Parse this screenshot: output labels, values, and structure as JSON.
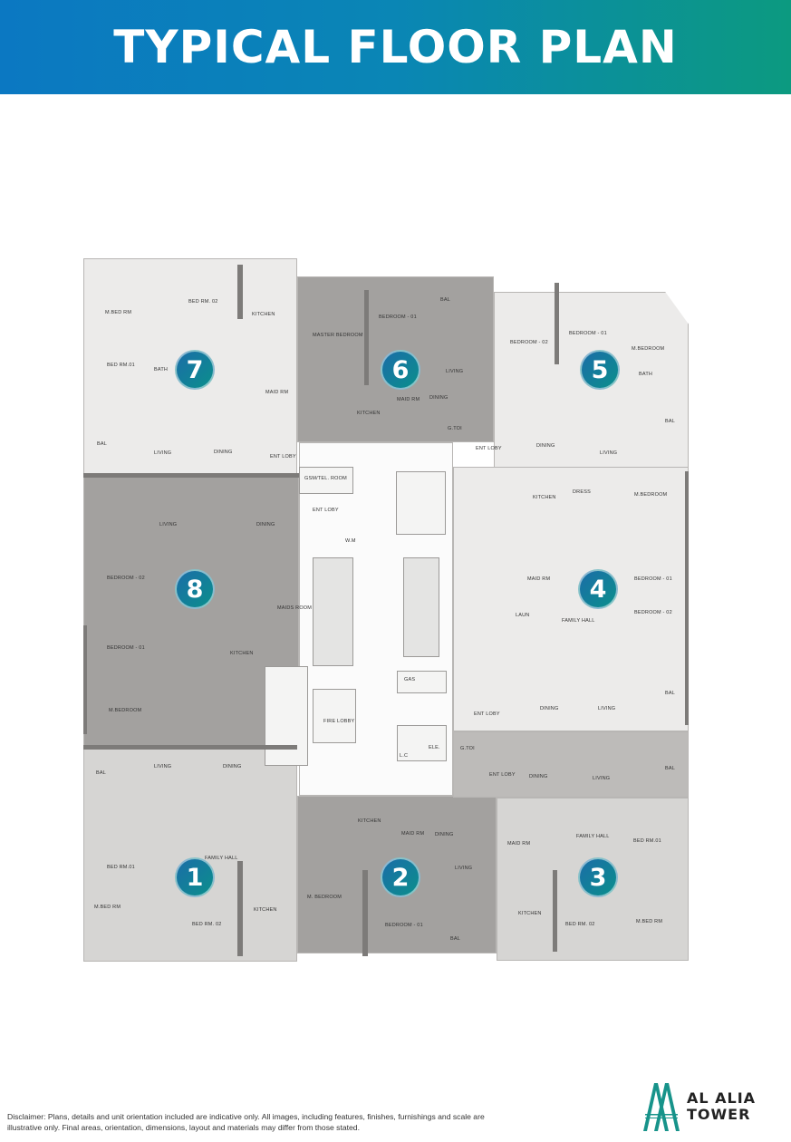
{
  "header": {
    "title": "TYPICAL FLOOR PLAN"
  },
  "colors": {
    "header_gradient_start": "#0b78c2",
    "header_gradient_end": "#0c9a80",
    "badge": "#1b6da8",
    "logo_teal": "#17938a"
  },
  "units": [
    {
      "number": "1",
      "rooms": [
        "BED RM.01",
        "M.BED RM",
        "BED RM. 02",
        "FAMILY HALL",
        "KITCHEN",
        "LIVING",
        "DINING",
        "BAL"
      ]
    },
    {
      "number": "2",
      "rooms": [
        "KITCHEN",
        "MAID RM",
        "M. BEDROOM",
        "BEDROOM - 01",
        "LIVING",
        "DINING",
        "BAL"
      ]
    },
    {
      "number": "3",
      "rooms": [
        "FAMILY HALL",
        "BED RM.01",
        "BED RM. 02",
        "M.BED RM",
        "KITCHEN",
        "MAID RM",
        "ENT LOBY",
        "DINING",
        "LIVING",
        "BAL"
      ]
    },
    {
      "number": "4",
      "rooms": [
        "KITCHEN",
        "DRESS",
        "M.BEDROOM",
        "BEDROOM - 01",
        "BEDROOM - 02",
        "FAMILY HALL",
        "LAUN",
        "MAID RM",
        "LIVING",
        "DINING",
        "ENT LOBY",
        "BAL"
      ]
    },
    {
      "number": "5",
      "rooms": [
        "BEDROOM - 02",
        "BEDROOM - 01",
        "M.BEDROOM",
        "BATH",
        "DINING",
        "LIVING",
        "ENT LOBY",
        "BAL"
      ]
    },
    {
      "number": "6",
      "rooms": [
        "MASTER BEDROOM",
        "BEDROOM - 01",
        "BAL",
        "LIVING",
        "DINING",
        "KITCHEN",
        "MAID RM",
        "G.TOI"
      ]
    },
    {
      "number": "7",
      "rooms": [
        "M.BED RM",
        "BED RM. 02",
        "KITCHEN",
        "BED RM.01",
        "BATH",
        "MAID RM",
        "LIVING",
        "DINING",
        "BAL",
        "ENT LOBY"
      ]
    },
    {
      "number": "8",
      "rooms": [
        "LIVING",
        "DINING",
        "BEDROOM - 02",
        "BEDROOM - 01",
        "M.BEDROOM",
        "KITCHEN",
        "MAIDS ROOM",
        "ENT LOBY"
      ]
    }
  ],
  "core": {
    "labels": [
      "GSM/TEL. ROOM",
      "FIRE LOBBY",
      "GAS",
      "ELE.",
      "W.M",
      "G.TOI",
      "L.C"
    ]
  },
  "disclaimer": "Disclaimer: Plans, details and unit orientation included are indicative only. All images, including features, finishes, furnishings and scale are illustrative only. Final areas, orientation, dimensions, layout and materials may differ from those stated.",
  "logo": {
    "line1": "AL ALIA",
    "line2": "TOWER"
  }
}
